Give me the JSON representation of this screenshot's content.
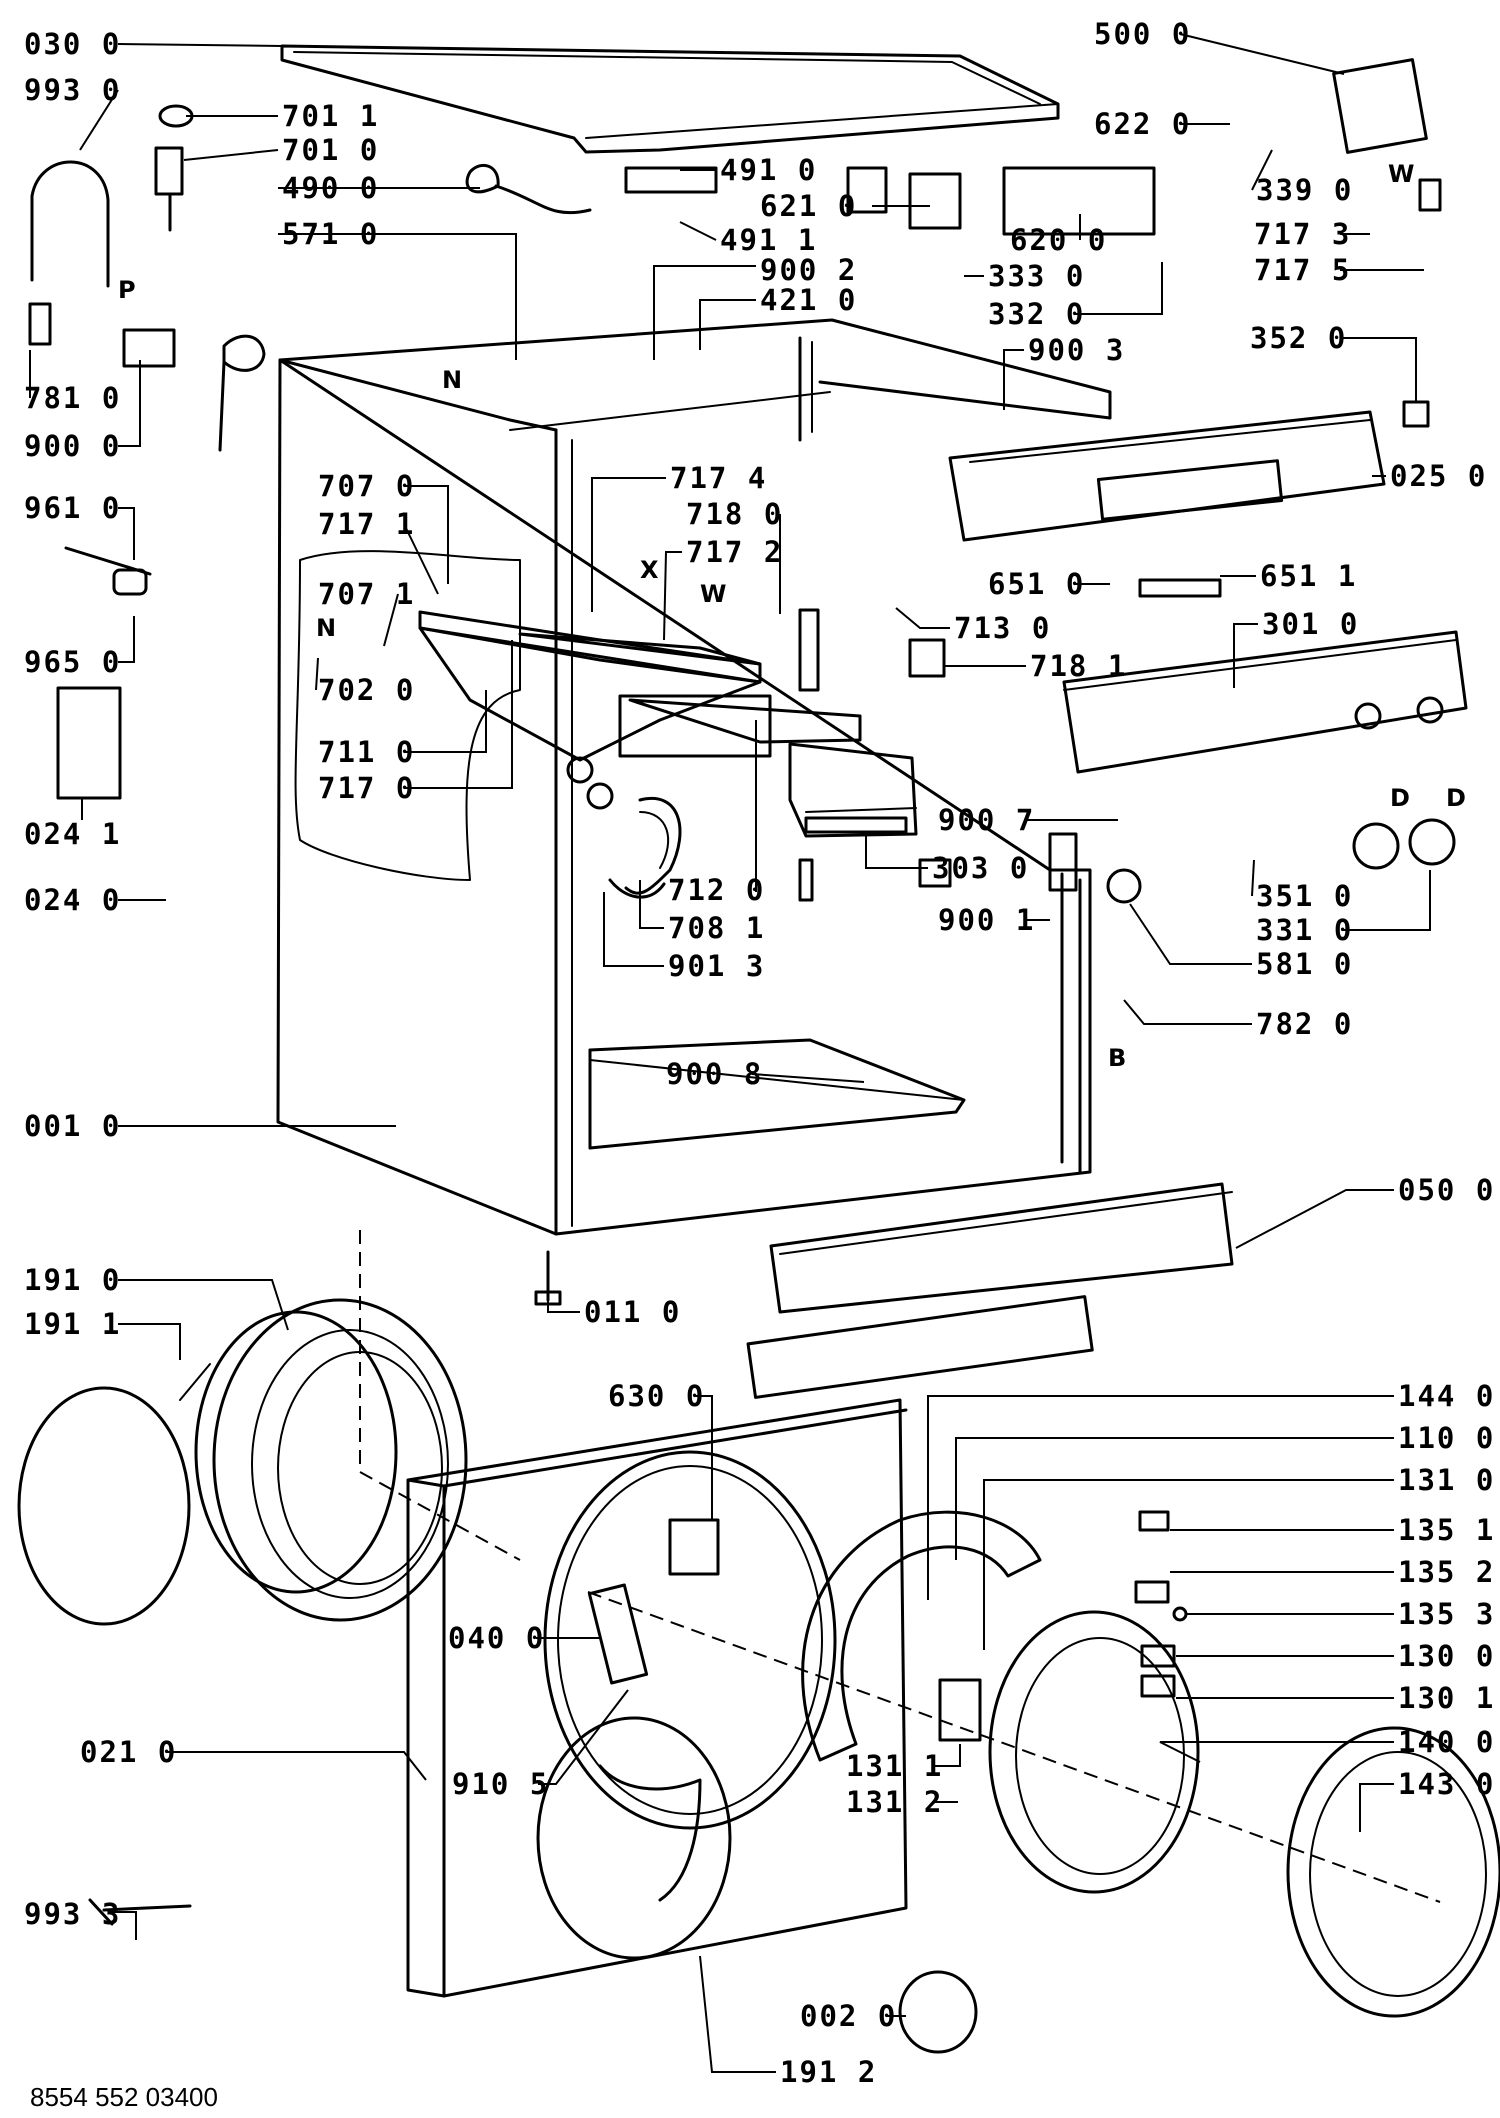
{
  "document_number": "8554 552 03400",
  "callouts": [
    {
      "id": "030 0"
    },
    {
      "id": "993 0"
    },
    {
      "id": "701 1"
    },
    {
      "id": "701 0"
    },
    {
      "id": "490 0"
    },
    {
      "id": "571 0"
    },
    {
      "id": "781 0"
    },
    {
      "id": "900 0"
    },
    {
      "id": "961 0"
    },
    {
      "id": "965 0"
    },
    {
      "id": "024 1"
    },
    {
      "id": "024 0"
    },
    {
      "id": "707 0"
    },
    {
      "id": "717 1"
    },
    {
      "id": "707 1"
    },
    {
      "id": "702 0"
    },
    {
      "id": "711 0"
    },
    {
      "id": "717 0"
    },
    {
      "id": "491 0"
    },
    {
      "id": "621 0"
    },
    {
      "id": "491 1"
    },
    {
      "id": "900 2"
    },
    {
      "id": "421 0"
    },
    {
      "id": "717 4"
    },
    {
      "id": "718 0"
    },
    {
      "id": "717 2"
    },
    {
      "id": "712 0"
    },
    {
      "id": "708 1"
    },
    {
      "id": "901 3"
    },
    {
      "id": "303 0"
    },
    {
      "id": "500 0"
    },
    {
      "id": "622 0"
    },
    {
      "id": "339 0"
    },
    {
      "id": "717 3"
    },
    {
      "id": "717 5"
    },
    {
      "id": "620 0"
    },
    {
      "id": "333 0"
    },
    {
      "id": "332 0"
    },
    {
      "id": "352 0"
    },
    {
      "id": "900 3"
    },
    {
      "id": "025 0"
    },
    {
      "id": "651 0"
    },
    {
      "id": "651 1"
    },
    {
      "id": "713 0"
    },
    {
      "id": "718 1"
    },
    {
      "id": "301 0"
    },
    {
      "id": "900 7"
    },
    {
      "id": "900 1"
    },
    {
      "id": "351 0"
    },
    {
      "id": "331 0"
    },
    {
      "id": "581 0"
    },
    {
      "id": "782 0"
    },
    {
      "id": "900 8"
    },
    {
      "id": "001 0"
    },
    {
      "id": "050 0"
    },
    {
      "id": "011 0"
    },
    {
      "id": "191 0"
    },
    {
      "id": "191 1"
    },
    {
      "id": "630 0"
    },
    {
      "id": "040 0"
    },
    {
      "id": "021 0"
    },
    {
      "id": "910 5"
    },
    {
      "id": "993 3"
    },
    {
      "id": "191 2"
    },
    {
      "id": "002 0"
    },
    {
      "id": "144 0"
    },
    {
      "id": "110 0"
    },
    {
      "id": "131 0"
    },
    {
      "id": "135 1"
    },
    {
      "id": "135 2"
    },
    {
      "id": "135 3"
    },
    {
      "id": "130 0"
    },
    {
      "id": "130 1"
    },
    {
      "id": "131 1"
    },
    {
      "id": "131 2"
    },
    {
      "id": "140 0"
    },
    {
      "id": "143 0"
    }
  ],
  "markers": [
    "P",
    "N",
    "N",
    "X",
    "W",
    "W",
    "D",
    "D",
    "B"
  ]
}
